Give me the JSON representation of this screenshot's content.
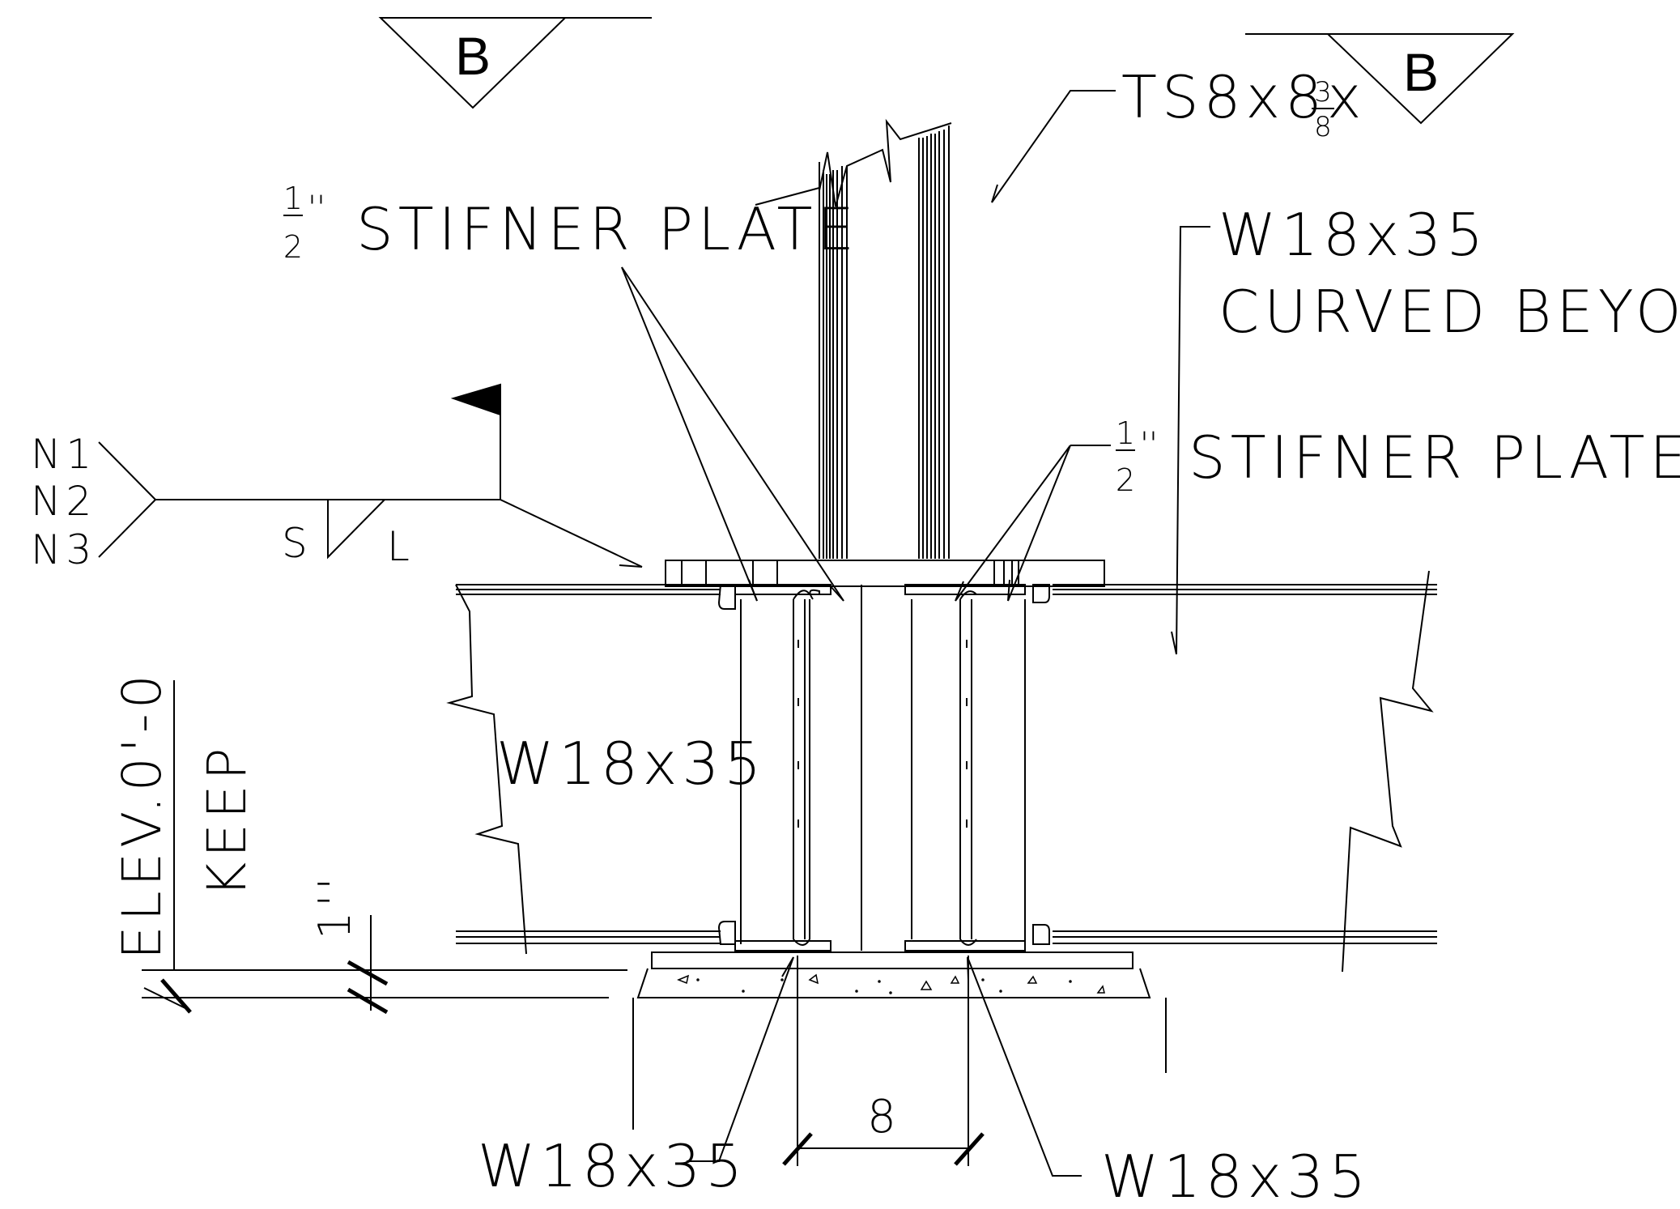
{
  "section_markers": {
    "left": "B",
    "right": "B"
  },
  "column": {
    "size_main": "TS8x8x",
    "size_num": "3",
    "size_den": "8"
  },
  "stiffener_left": {
    "frac_num": "1",
    "frac_den": "2",
    "mark": "''",
    "text": "STIFNER PLATE"
  },
  "stiffener_right": {
    "frac_num": "1",
    "frac_den": "2",
    "mark": "''",
    "text": "STIFNER PLATE"
  },
  "curved_beam": {
    "line1": "W18x35",
    "line2": "CURVED BEYOND"
  },
  "weld_symbol": {
    "notes": [
      "N1",
      "N2",
      "N3"
    ],
    "side_s": "S",
    "side_l": "L"
  },
  "beam_label_left": "W18x35",
  "elevation": {
    "line1": "ELEV.0'-0",
    "line2": "KEEP",
    "dim": "1''"
  },
  "bottom_labels": {
    "left": "W18x35",
    "right": "W18x35",
    "dim": "8"
  },
  "colors": {
    "line": "#000000",
    "background": "#ffffff"
  }
}
